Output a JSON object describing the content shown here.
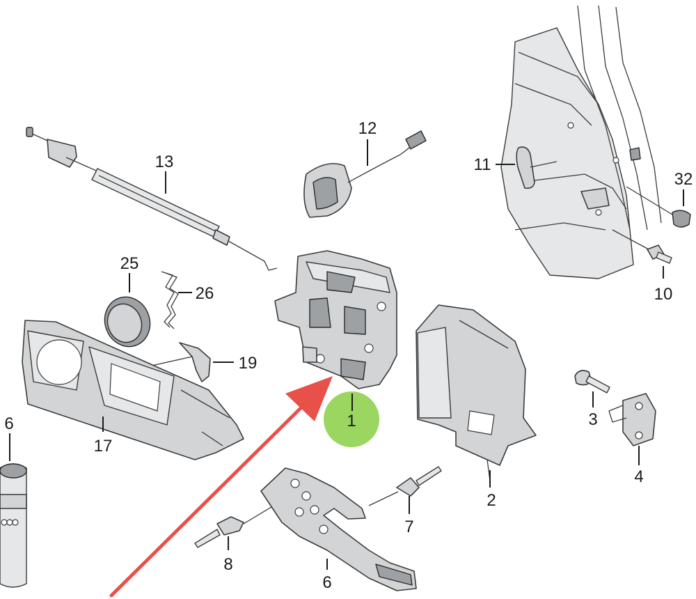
{
  "callouts": {
    "c1": "1",
    "c2": "2",
    "c3": "3",
    "c4": "4",
    "c6a": "6",
    "c6b": "6",
    "c7": "7",
    "c8": "8",
    "c10": "10",
    "c11": "11",
    "c12": "12",
    "c13": "13",
    "c17": "17",
    "c19": "19",
    "c25": "25",
    "c26": "26",
    "c32": "32"
  },
  "colors": {
    "highlight_marker": "#8fd14f",
    "arrow": "#e8504a",
    "part_fill": "#d2d4d6",
    "outline": "#3a3a3a"
  }
}
